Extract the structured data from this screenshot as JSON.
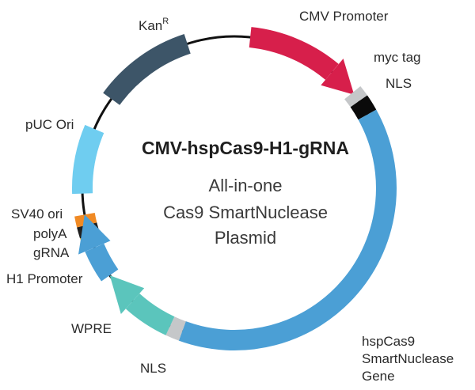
{
  "title": "CMV-hspCas9-H1-gRNA",
  "subtitle": [
    "All-in-one",
    "Cas9 SmartNuclease",
    "Plasmid"
  ],
  "features": [
    {
      "key": "kan",
      "label": "Kan",
      "sup": "R",
      "color": "#3d5568"
    },
    {
      "key": "cmv",
      "label": "CMV Promoter",
      "color": "#d71f4b"
    },
    {
      "key": "myc",
      "label": "myc tag",
      "color": "#c5c7c9"
    },
    {
      "key": "nls1",
      "label": "NLS",
      "color": "#0a0a0a"
    },
    {
      "key": "cas9",
      "label": [
        "hspCas9",
        "SmartNuclease",
        "Gene"
      ],
      "color": "#4b9fd5"
    },
    {
      "key": "nls2",
      "label": "NLS",
      "color": "#c5c7c9"
    },
    {
      "key": "wpre",
      "label": "WPRE",
      "color": "#5bc5bc"
    },
    {
      "key": "h1",
      "label": "H1 Promoter",
      "color": "#4b9fd5"
    },
    {
      "key": "grna",
      "label": "gRNA",
      "color": "#f4b41a"
    },
    {
      "key": "polya",
      "label": "polyA",
      "color": "#1f1f1f"
    },
    {
      "key": "sv40",
      "label": "SV40 ori",
      "color": "#f08a24"
    },
    {
      "key": "puc",
      "label": "pUC Ori",
      "color": "#6fcdf0"
    }
  ],
  "colors": {
    "backbone": "#111111"
  }
}
